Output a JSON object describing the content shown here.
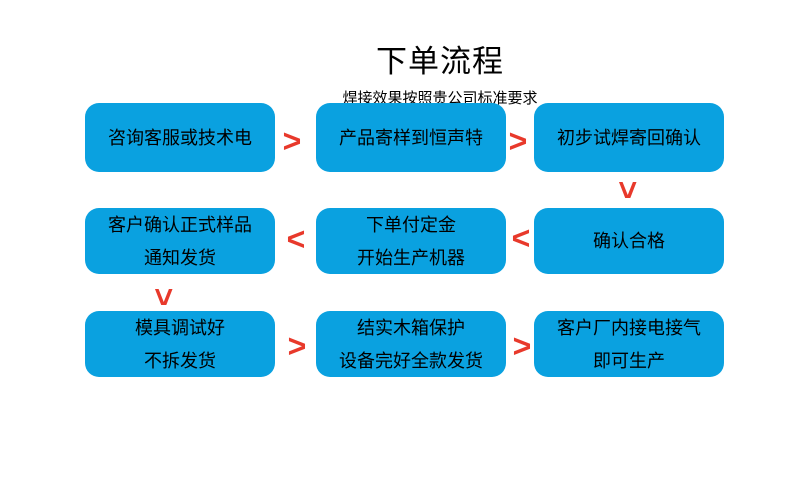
{
  "header": {
    "title": "下单流程",
    "subtitle": "焊接效果按照贵公司标准要求"
  },
  "colors": {
    "background": "#ffffff",
    "box_fill": "#0aa1e0",
    "box_text": "#000000",
    "arrow_red": "#e8392b"
  },
  "flow": {
    "boxes": [
      {
        "lines": [
          "咨询客服或技术电"
        ]
      },
      {
        "lines": [
          "产品寄样到恒声特"
        ]
      },
      {
        "lines": [
          "初步试焊寄回确认"
        ]
      },
      {
        "lines": [
          "客户确认正式样品",
          "通知发货"
        ]
      },
      {
        "lines": [
          "下单付定金",
          "开始生产机器"
        ]
      },
      {
        "lines": [
          "确认合格"
        ]
      },
      {
        "lines": [
          "模具调试好",
          "不拆发货"
        ]
      },
      {
        "lines": [
          "结实木箱保护",
          "设备完好全款发货"
        ]
      },
      {
        "lines": [
          "客户厂内接电接气",
          "即可生产"
        ]
      }
    ],
    "arrows": [
      {
        "glyph": ">",
        "direction": "right"
      },
      {
        "glyph": ">",
        "direction": "right"
      },
      {
        "glyph": ">",
        "direction": "down"
      },
      {
        "glyph": "<",
        "direction": "left"
      },
      {
        "glyph": "<",
        "direction": "left"
      },
      {
        "glyph": ">",
        "direction": "down"
      },
      {
        "glyph": ">",
        "direction": "right"
      },
      {
        "glyph": ">",
        "direction": "right"
      }
    ]
  }
}
